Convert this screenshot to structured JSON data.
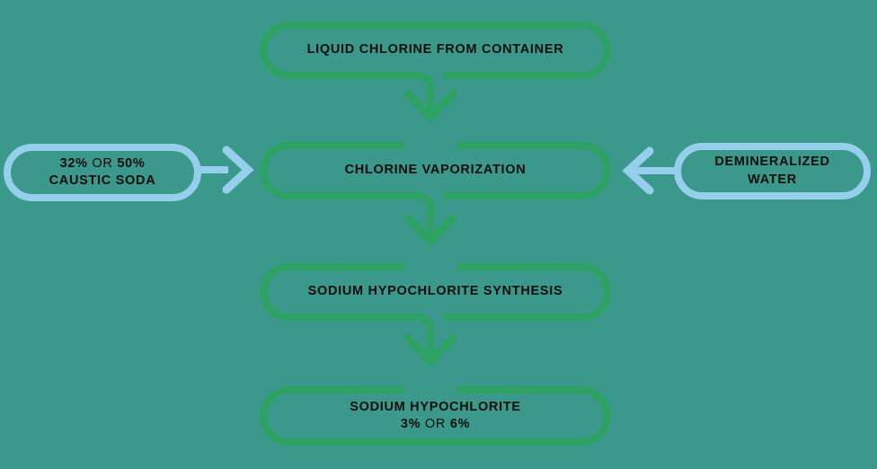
{
  "colors": {
    "background": "#3A998B",
    "green": "#2DA263",
    "blue": "#96CFEC",
    "text": "#0D0D0D"
  },
  "flowchart": {
    "nodes": {
      "liquid_chlorine": {
        "label": "LIQUID CHLORINE FROM CONTAINER"
      },
      "caustic_soda": {
        "pct_a": "32%",
        "or": "OR",
        "pct_b": "50%",
        "name": "CAUSTIC SODA"
      },
      "chlorine_vaporization": {
        "label": "CHLORINE VAPORIZATION"
      },
      "demineralized_water": {
        "line1": "DEMINERALIZED",
        "line2": "WATER"
      },
      "synthesis": {
        "label": "SODIUM HYPOCHLORITE SYNTHESIS"
      },
      "product": {
        "name": "SODIUM HYPOCHLORITE",
        "pct_a": "3%",
        "or": "OR",
        "pct_b": "6%"
      }
    },
    "edges": [
      {
        "from": "LIQUID CHLORINE FROM CONTAINER",
        "to": "CHLORINE VAPORIZATION",
        "direction": "down",
        "color": "green"
      },
      {
        "from": "32% OR 50% CAUSTIC SODA",
        "to": "CHLORINE VAPORIZATION",
        "direction": "right",
        "color": "blue"
      },
      {
        "from": "DEMINERALIZED WATER",
        "to": "CHLORINE VAPORIZATION",
        "direction": "left",
        "color": "blue"
      },
      {
        "from": "CHLORINE VAPORIZATION",
        "to": "SODIUM HYPOCHLORITE SYNTHESIS",
        "direction": "down",
        "color": "green"
      },
      {
        "from": "SODIUM HYPOCHLORITE SYNTHESIS",
        "to": "SODIUM HYPOCHLORITE 3% OR 6%",
        "direction": "down",
        "color": "green"
      }
    ]
  }
}
